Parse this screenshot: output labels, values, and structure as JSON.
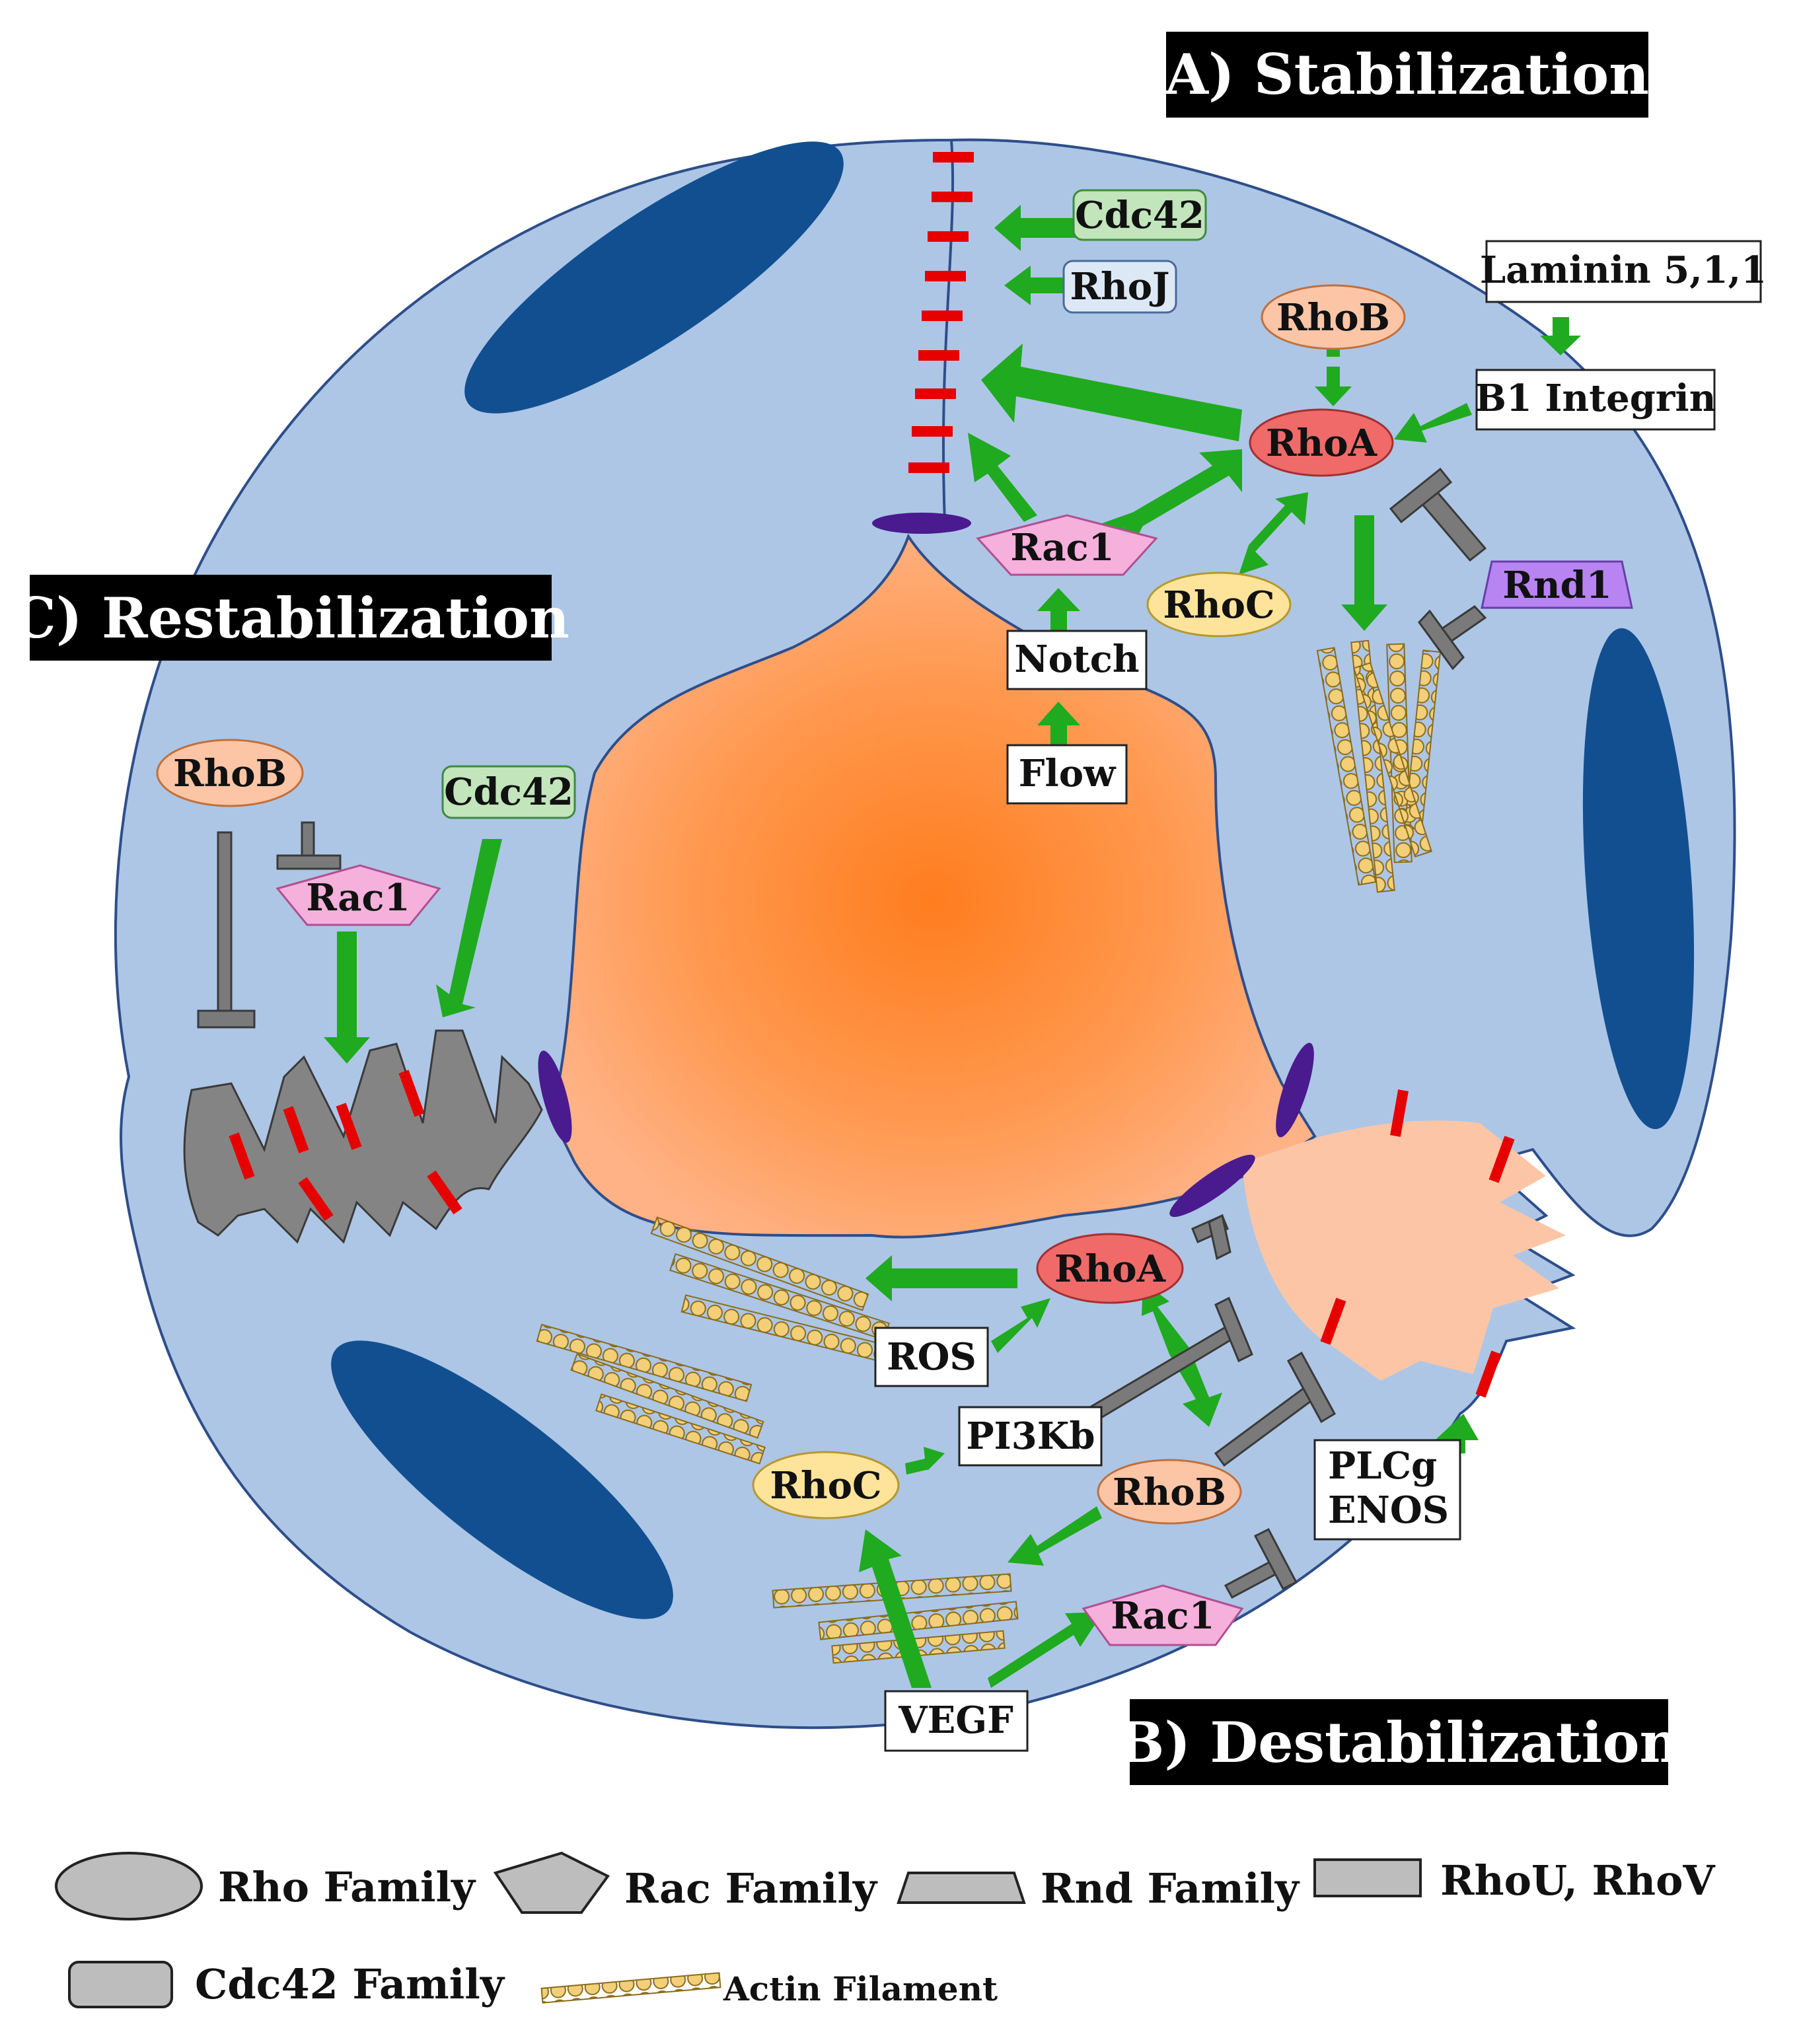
{
  "headers": {
    "stabilization": "A) Stabilization",
    "destabilization": "B) Destabilization",
    "restabilization": "C) Restabilization"
  },
  "stabilization": {
    "cdc42": "Cdc42",
    "rhoj": "RhoJ",
    "laminin": "Laminin 5,1,1",
    "integrin": "B1 Integrin",
    "rhob": "RhoB",
    "rhoa": "RhoA",
    "rac1": "Rac1",
    "rhoc": "RhoC",
    "rnd1": "Rnd1",
    "notch": "Notch",
    "flow": "Flow"
  },
  "destabilization": {
    "rhoa": "RhoA",
    "ros": "ROS",
    "pi3kb": "PI3Kb",
    "rhoc": "RhoC",
    "rhob": "RhoB",
    "plcg": "PLCg",
    "enos": "ENOS",
    "rac1": "Rac1",
    "vegf": "VEGF"
  },
  "restabilization": {
    "rhob": "RhoB",
    "rac1": "Rac1",
    "cdc42": "Cdc42"
  },
  "legend": {
    "rho": "Rho Family",
    "rac": "Rac Family",
    "rnd": "Rnd Family",
    "rhouv": "RhoU, RhoV",
    "cdc42": "Cdc42 Family",
    "actin": "Actin Filament"
  },
  "colors": {
    "cell": "#adc6e6",
    "vacuole": "#124f91",
    "nucleus_center": "#ff7d1e",
    "nucleus_edge": "#ffb085",
    "junction_red": "#e60000",
    "activation_green": "#1faa1f",
    "inhibition_gray": "#7a7a7a",
    "rho_red": "#f06a6a",
    "rho_peach": "#fcc6a6",
    "rho_yellow": "#fde49a",
    "rac_pink": "#f5b0dc",
    "rnd_purple": "#b784f2",
    "cdc42_green": "#c2e5bc",
    "rhoj_blue": "#dde8f7",
    "adherens_purple": "#4a1a8f",
    "actin_fill": "#f3cf77"
  }
}
